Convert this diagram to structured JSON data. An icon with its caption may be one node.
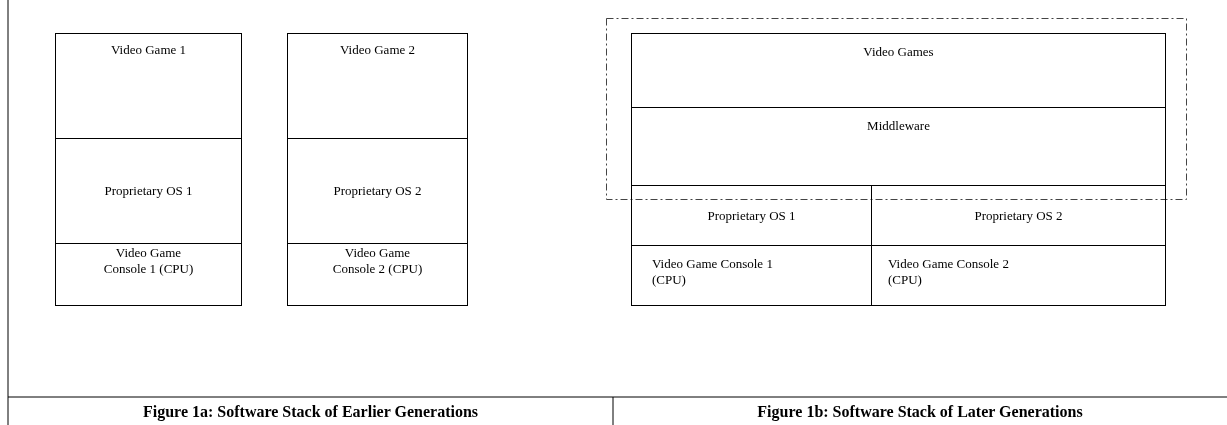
{
  "diagram": {
    "nodes": [
      {
        "text": [
          "Video Game 1"
        ]
      },
      {
        "text": [
          "Proprietary OS 1"
        ]
      },
      {
        "text": [
          "Video Game Console 1 (CPU)"
        ]
      },
      {
        "text": [
          "Video Game 2"
        ]
      },
      {
        "text": [
          "Proprietary OS 2"
        ]
      },
      {
        "text": [
          "Video Game Console 2 (CPU)"
        ]
      },
      {
        "text": [],
        "shape": "box"
      },
      {
        "text": [
          "Video Games"
        ],
        "in": 6
      },
      {
        "text": [
          "Middleware"
        ],
        "in": 6
      },
      {
        "text": [
          "Proprietary OS 1"
        ]
      },
      {
        "text": [
          "Proprietary OS 2"
        ]
      },
      {
        "text": [
          "Video Game Console 1 (CPU)"
        ]
      },
      {
        "text": [
          "Video Game Console 2 (CPU)"
        ]
      }
    ],
    "labels": [
      "Figure 1a: Software Stack of Earlier Generations",
      "Figure 1b: Software Stack of Later Generations"
    ]
  }
}
